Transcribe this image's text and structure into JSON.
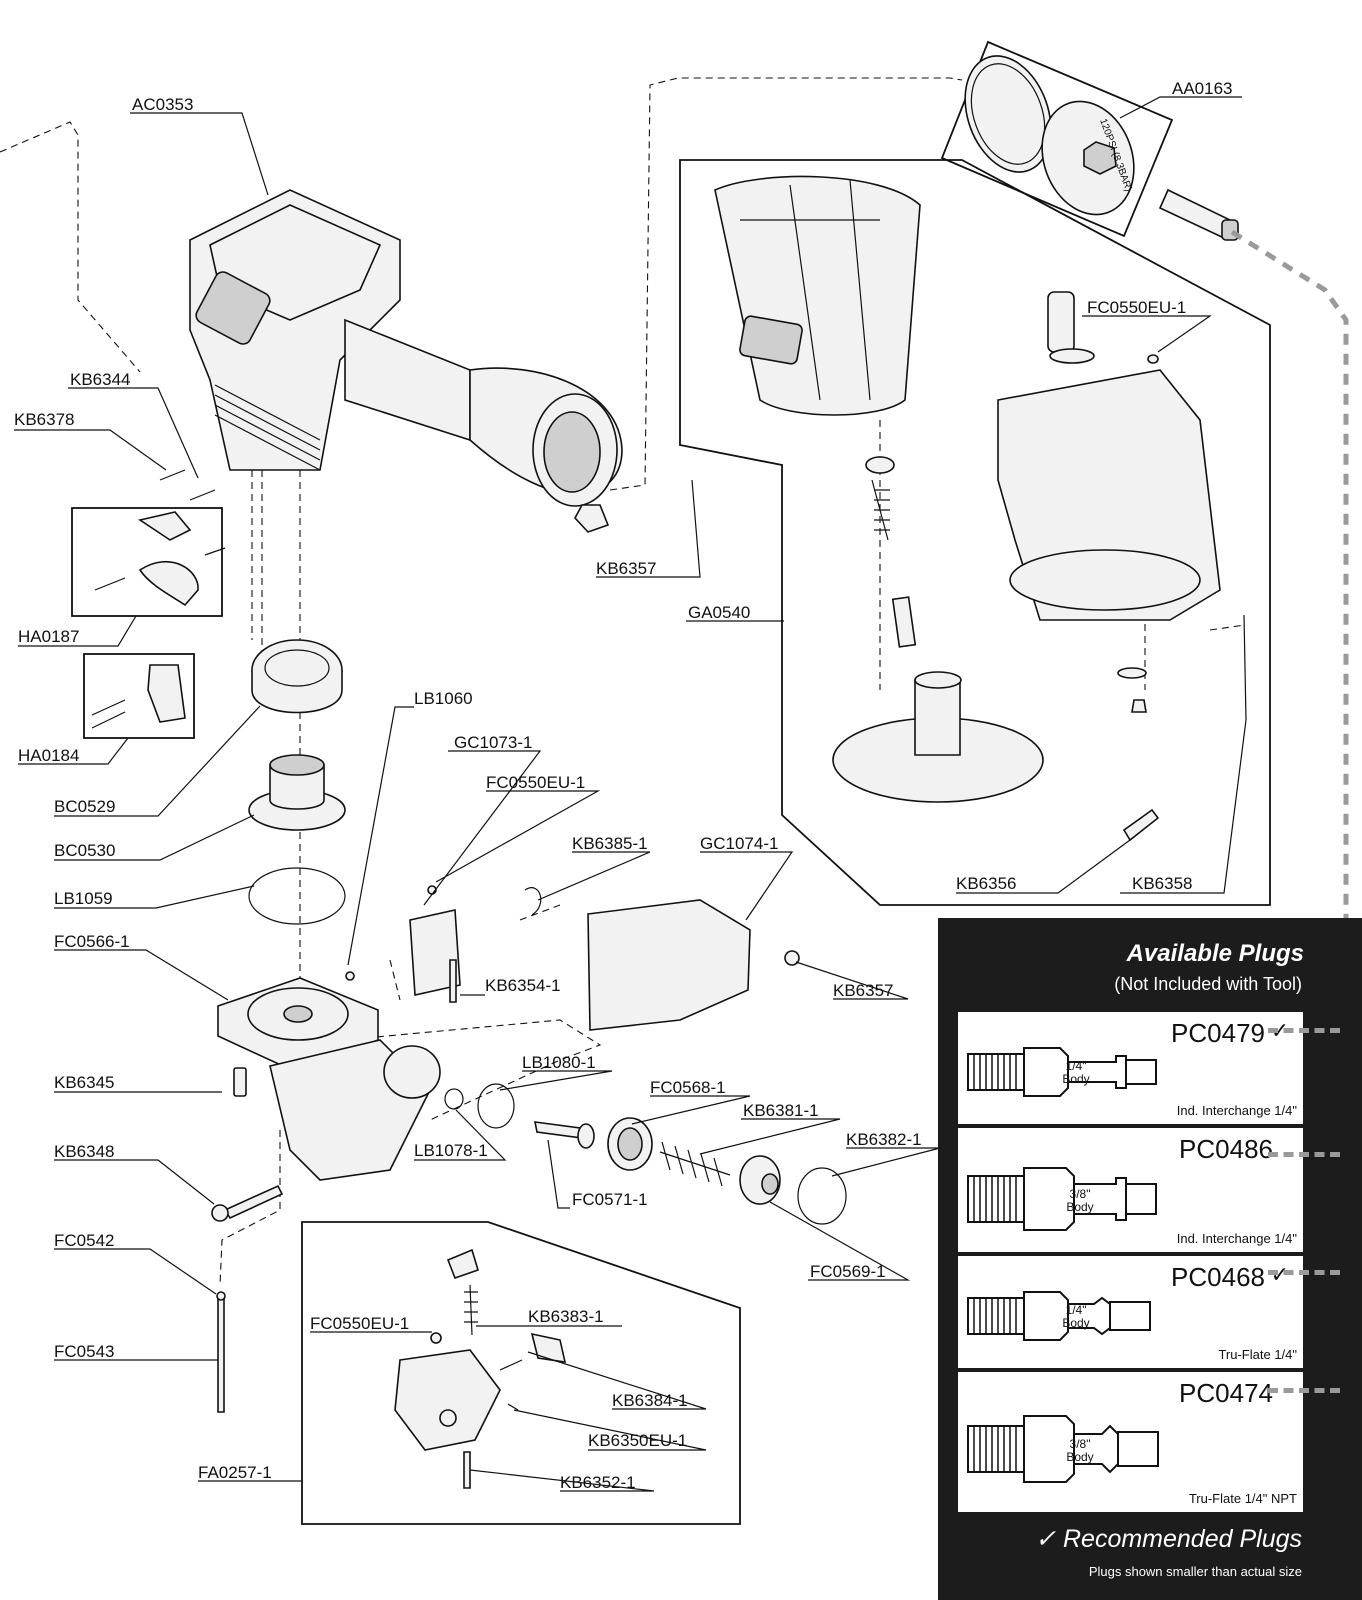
{
  "labels": {
    "ac0353": "AC0353",
    "aa0163": "AA0163",
    "fc0550eu_top": "FC0550EU-1",
    "kb6344": "KB6344",
    "kb6378": "KB6378",
    "kb6357_top": "KB6357",
    "ga0540": "GA0540",
    "ha0187": "HA0187",
    "ha0184": "HA0184",
    "lb1060": "LB1060",
    "gc1073": "GC1073-1",
    "fc0550eu_mid": "FC0550EU-1",
    "bc0529": "BC0529",
    "kb6385": "KB6385-1",
    "gc1074": "GC1074-1",
    "bc0530": "BC0530",
    "lb1059": "LB1059",
    "kb6356": "KB6356",
    "kb6358": "KB6358",
    "fc0566": "FC0566-1",
    "kb6354": "KB6354-1",
    "kb6357_mid": "KB6357",
    "kb6345": "KB6345",
    "lb1080": "LB1080-1",
    "fc0568": "FC0568-1",
    "kb6381": "KB6381-1",
    "lb1078": "LB1078-1",
    "kb6382": "KB6382-1",
    "kb6348": "KB6348",
    "fc0571": "FC0571-1",
    "fc0569": "FC0569-1",
    "fc0542": "FC0542",
    "kb6383": "KB6383-1",
    "fc0550eu_bot": "FC0550EU-1",
    "fc0543": "FC0543",
    "kb6384": "KB6384-1",
    "kb6350eu": "KB6350EU-1",
    "fa0257": "FA0257-1",
    "kb6352": "KB6352-1"
  },
  "regulator_markings": "120PSI (8.3BAR)",
  "plugs": {
    "title": "Available Plugs",
    "subtitle": "(Not Included with Tool)",
    "items": [
      {
        "code": "PC0479",
        "check": "✓",
        "body": "1/4\" Body",
        "desc": "Ind. Interchange 1/4\""
      },
      {
        "code": "PC0486",
        "check": "",
        "body": "3/8\" Body",
        "desc": "Ind. Interchange 1/4\""
      },
      {
        "code": "PC0468",
        "check": "✓",
        "body": "1/4\" Body",
        "desc": "Tru-Flate 1/4\""
      },
      {
        "code": "PC0474",
        "check": "",
        "body": "3/8\" Body",
        "desc": "Tru-Flate 1/4\" NPT"
      }
    ],
    "recommended_check": "✓",
    "recommended": "Recommended Plugs",
    "note": "Plugs shown smaller than actual size"
  }
}
